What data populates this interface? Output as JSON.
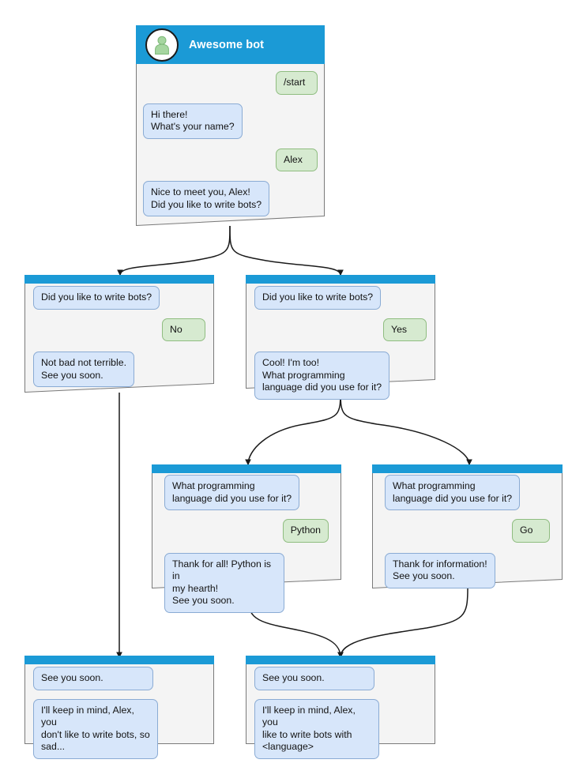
{
  "diagram": {
    "title": "Awesome bot conversation flow",
    "type": "bot-dialog-flowchart",
    "colors": {
      "header_blue": "#1b9ad6",
      "node_background": "#f4f4f4",
      "node_border": "#7a7a7a",
      "bot_bubble_fill": "#d7e6fa",
      "bot_bubble_border": "#8aabd4",
      "user_bubble_fill": "#d6ead0",
      "user_bubble_border": "#8fbd80",
      "avatar_person": "#a6d6a0",
      "edge_stroke": "#1a1a1a"
    }
  },
  "nodes": {
    "root": {
      "id": "root",
      "header": {
        "bot_name": "Awesome bot",
        "avatar_icon": "person-avatar-icon"
      },
      "messages": [
        {
          "sender": "user",
          "text": "/start"
        },
        {
          "sender": "bot",
          "text": "Hi there!\nWhat's your name?"
        },
        {
          "sender": "user",
          "text": "Alex"
        },
        {
          "sender": "bot",
          "text": "Nice to meet you, Alex!\nDid you like to write bots?"
        }
      ]
    },
    "no_branch": {
      "id": "no_branch",
      "messages": [
        {
          "sender": "bot",
          "text": "Did you like to write bots?"
        },
        {
          "sender": "user",
          "text": "No"
        },
        {
          "sender": "bot",
          "text": "Not bad not terrible.\nSee you soon."
        }
      ]
    },
    "yes_branch": {
      "id": "yes_branch",
      "messages": [
        {
          "sender": "bot",
          "text": "Did you like to write bots?"
        },
        {
          "sender": "user",
          "text": "Yes"
        },
        {
          "sender": "bot",
          "text": "Cool! I'm too!\nWhat programming\nlanguage did you use for it?"
        }
      ]
    },
    "python_branch": {
      "id": "python_branch",
      "messages": [
        {
          "sender": "bot",
          "text": "What programming\nlanguage did you use for it?"
        },
        {
          "sender": "user",
          "text": "Python"
        },
        {
          "sender": "bot",
          "text": "Thank for all! Python is in\nmy hearth!\nSee you soon."
        }
      ]
    },
    "go_branch": {
      "id": "go_branch",
      "messages": [
        {
          "sender": "bot",
          "text": "What programming\nlanguage did you use for it?"
        },
        {
          "sender": "user",
          "text": "Go"
        },
        {
          "sender": "bot",
          "text": "Thank for information!\nSee you soon."
        }
      ]
    },
    "end_sad": {
      "id": "end_sad",
      "messages": [
        {
          "sender": "bot",
          "text": "See you soon."
        },
        {
          "sender": "bot",
          "text": "I'll keep in mind, Alex, you\ndon't like to write bots, so\nsad..."
        }
      ]
    },
    "end_happy": {
      "id": "end_happy",
      "messages": [
        {
          "sender": "bot",
          "text": "See you soon."
        },
        {
          "sender": "bot",
          "text": "I'll keep in mind, Alex, you\nlike to write bots with\n<language>"
        }
      ]
    }
  }
}
